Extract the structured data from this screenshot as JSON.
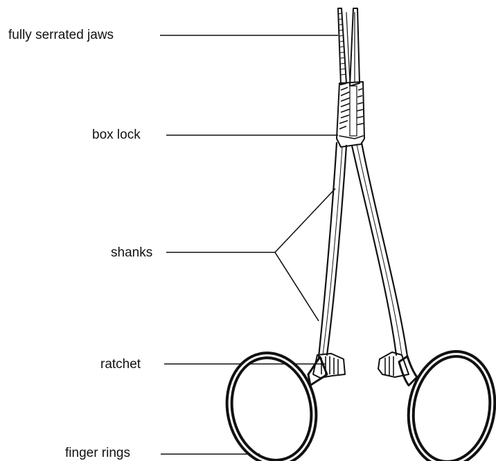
{
  "diagram": {
    "labels": {
      "jaws": "fully serrated jaws",
      "box_lock": "box lock",
      "shanks": "shanks",
      "ratchet": "ratchet",
      "finger_rings": "finger rings"
    },
    "colors": {
      "ink": "#111111",
      "background": "#ffffff"
    }
  }
}
